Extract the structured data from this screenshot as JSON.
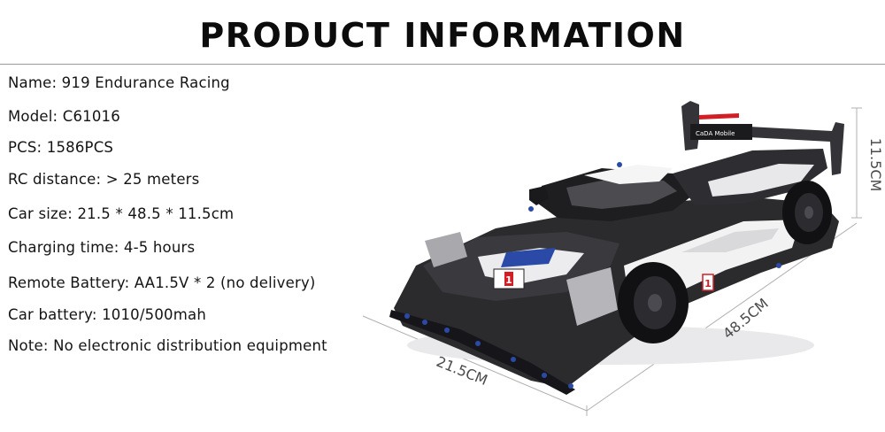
{
  "title": "PRODUCT INFORMATION",
  "specs": [
    {
      "key": "name",
      "text": "Name: 919 Endurance Racing"
    },
    {
      "key": "model",
      "text": "Model: C61016"
    },
    {
      "key": "pcs",
      "text": "PCS: 1586PCS"
    },
    {
      "key": "rc_distance",
      "text": "RC distance: > 25 meters"
    },
    {
      "key": "car_size",
      "text": "Car size: 21.5 * 48.5 * 11.5cm"
    },
    {
      "key": "charging_time",
      "text": "Charging time: 4-5 hours"
    },
    {
      "key": "remote_battery",
      "text": "Remote Battery: AA1.5V * 2 (no delivery)"
    },
    {
      "key": "car_battery",
      "text": "Car battery: 1010/500mah"
    },
    {
      "key": "note",
      "text": "Note: No electronic distribution equipment"
    }
  ],
  "dimensions": {
    "height": "11.5CM",
    "length": "48.5CM",
    "width": "21.5CM"
  },
  "car_decals": {
    "number": "1",
    "sponsor": "CaDA Mobile"
  },
  "colors": {
    "title": "#0c0c0c",
    "body_dark": "#2b2b2e",
    "body_white": "#f2f2f2",
    "accent_red": "#d21f26",
    "accent_blue": "#2b4aa8",
    "dimension_line": "#b0b0b0"
  }
}
